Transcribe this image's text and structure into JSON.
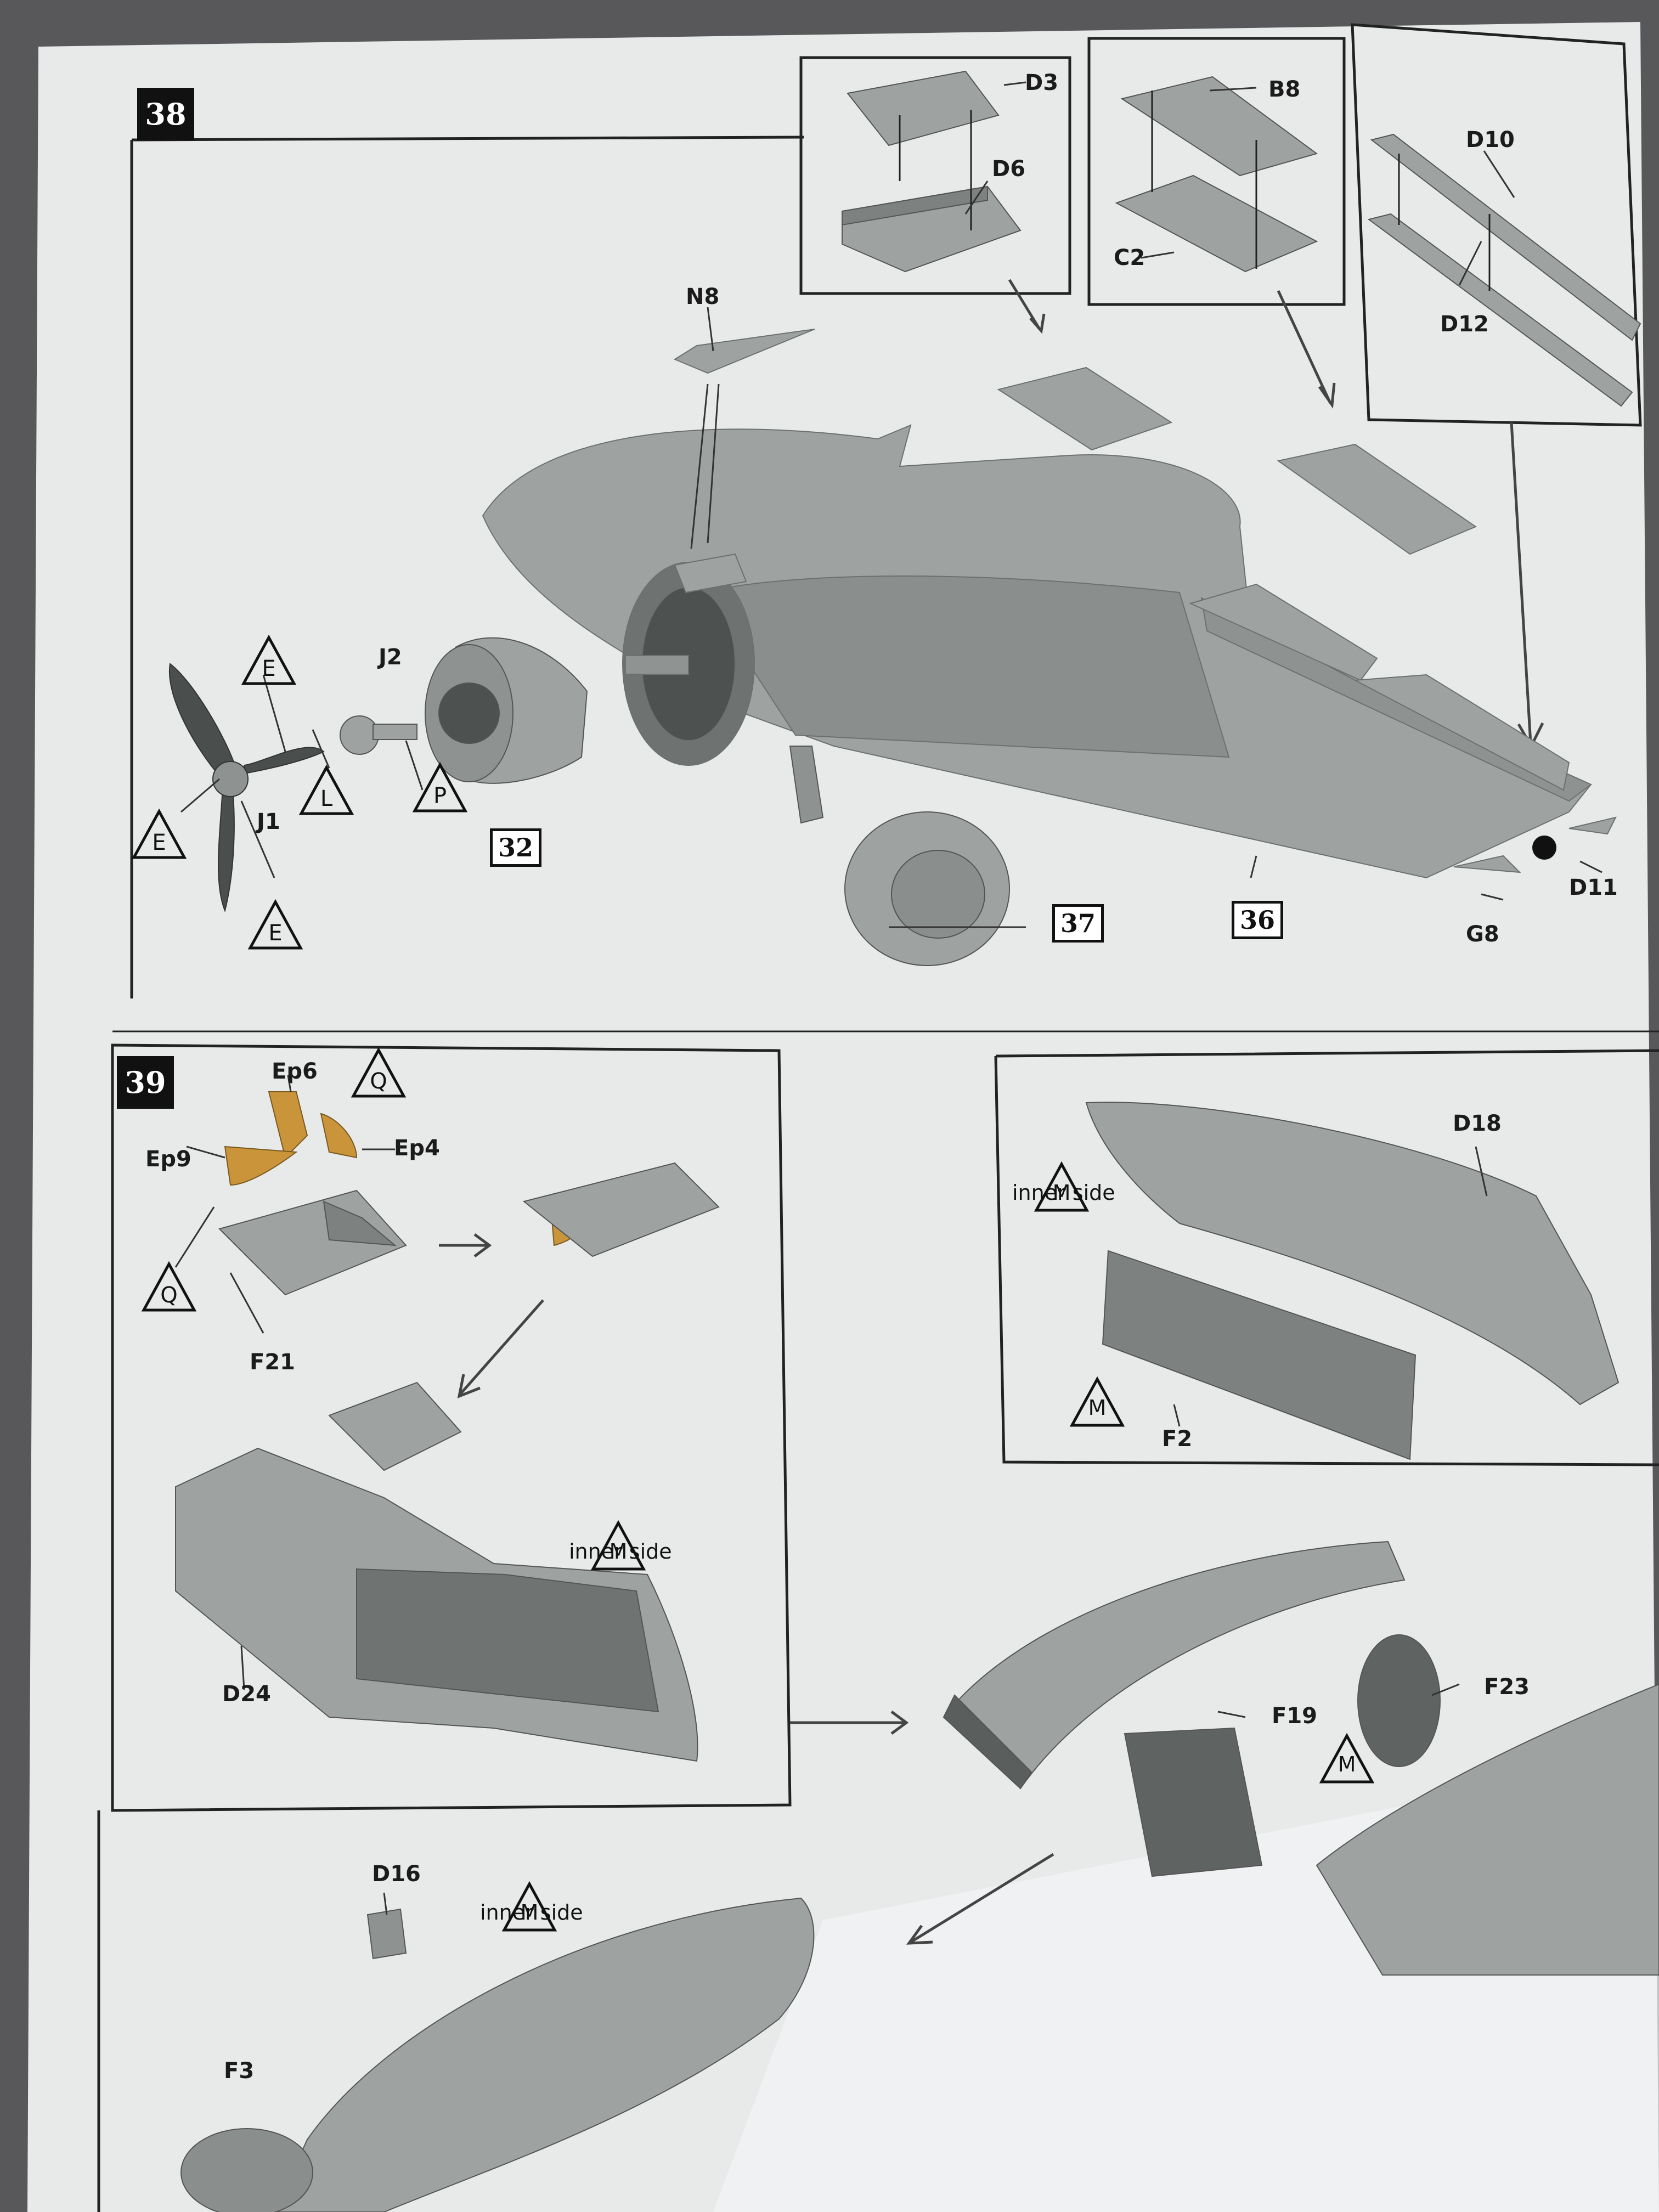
{
  "steps": {
    "s38": "38",
    "s39": "39"
  },
  "refs": {
    "r32": "32",
    "r36": "36",
    "r37": "37"
  },
  "parts": {
    "D3": "D3",
    "D6": "D6",
    "B8": "B8",
    "C2": "C2",
    "D10": "D10",
    "D12": "D12",
    "N8": "N8",
    "J2": "J2",
    "J1": "J1",
    "D11": "D11",
    "G8": "G8",
    "Ep6": "Ep6",
    "Ep4": "Ep4",
    "Ep9": "Ep9",
    "F21": "F21",
    "D18": "D18",
    "F2": "F2",
    "D24": "D24",
    "F19": "F19",
    "F23": "F23",
    "D16": "D16",
    "F3": "F3"
  },
  "markers": {
    "E": "E",
    "L": "L",
    "P": "P",
    "Q": "Q",
    "M": "M",
    "inner_side": "inner side"
  },
  "colors": {
    "paper": "#e9ebea",
    "part_gray": "#9ea3a2",
    "photoetch": "#c9943a",
    "ink": "#1b1b1b"
  }
}
